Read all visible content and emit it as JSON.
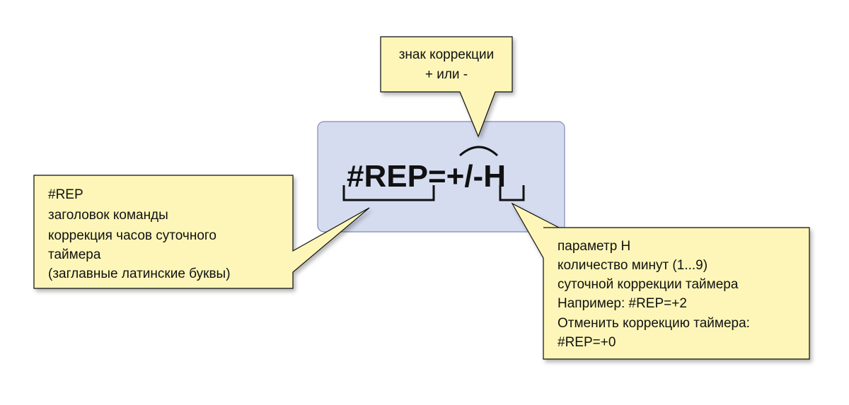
{
  "command": {
    "text": "#REP=+/-H"
  },
  "callouts": {
    "sign": {
      "lines": [
        "знак коррекции",
        "+ или -"
      ]
    },
    "header": {
      "lines": [
        "#REP",
        "заголовок команды",
        "коррекция часов суточного",
        "таймера",
        "(заглавные латинские буквы)"
      ]
    },
    "param": {
      "lines": [
        "параметр H",
        "количество минут (1...9)",
        "суточной коррекции таймера",
        "Например: #REP=+2",
        "Отменить коррекцию таймера:",
        "#REP=+0"
      ]
    }
  },
  "colors": {
    "callout_fill": "#fdf6b8",
    "command_box_fill": "#d6dcf0",
    "command_box_stroke": "#7f8ab4",
    "ink": "#111111"
  }
}
